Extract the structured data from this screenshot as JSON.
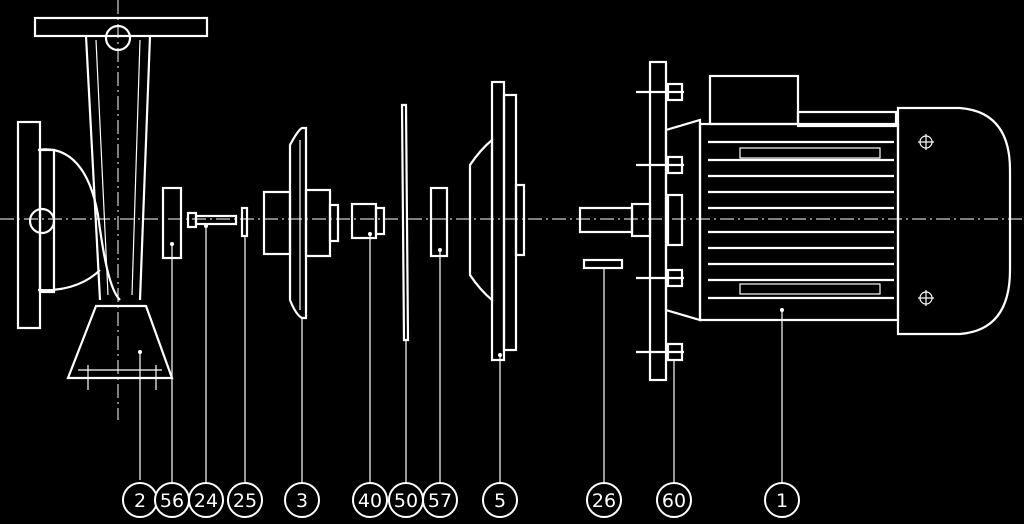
{
  "callouts": [
    {
      "id": "c2",
      "label": "2"
    },
    {
      "id": "c56",
      "label": "56"
    },
    {
      "id": "c24",
      "label": "24"
    },
    {
      "id": "c25",
      "label": "25"
    },
    {
      "id": "c3",
      "label": "3"
    },
    {
      "id": "c40",
      "label": "40"
    },
    {
      "id": "c50",
      "label": "50"
    },
    {
      "id": "c57",
      "label": "57"
    },
    {
      "id": "c5",
      "label": "5"
    },
    {
      "id": "c26",
      "label": "26"
    },
    {
      "id": "c60",
      "label": "60"
    },
    {
      "id": "c1",
      "label": "1"
    }
  ]
}
